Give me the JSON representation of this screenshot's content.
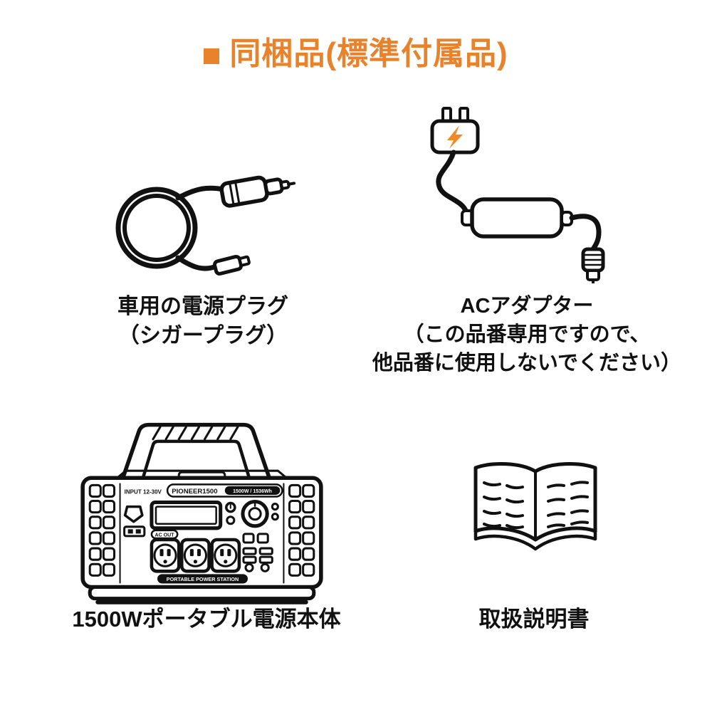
{
  "colors": {
    "accent": "#E8832C",
    "line": "#111111",
    "background": "#FFFFFF",
    "bolt_orange": "#F08A24"
  },
  "title": {
    "text": "同梱品(標準付属品)"
  },
  "items": {
    "car_plug": {
      "labels": [
        "車用の電源プラグ",
        "（シガープラグ）"
      ]
    },
    "ac_adapter": {
      "labels": [
        "ACアダプター",
        "（この品番専用ですので、",
        "他品番に使用しないでください）"
      ]
    },
    "power_station": {
      "labels": [
        "1500Wポータブル電源本体"
      ],
      "device_text": {
        "input": "INPUT 12-30V",
        "brand": "PIONEER1500",
        "spec": "1500W / 1536Wh",
        "ac_out": "AC OUT",
        "banner": "PORTABLE POWER STATION"
      }
    },
    "manual": {
      "labels": [
        "取扱説明書"
      ]
    }
  }
}
